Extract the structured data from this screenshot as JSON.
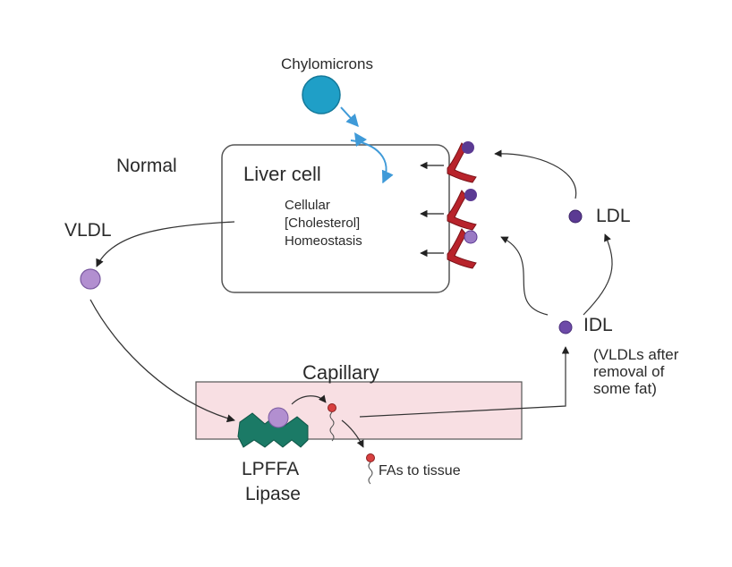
{
  "labels": {
    "chylomicrons": "Chylomicrons",
    "normal": "Normal",
    "liver_cell": "Liver cell",
    "homeostasis_line1": "Cellular",
    "homeostasis_line2": "[Cholesterol]",
    "homeostasis_line3": "Homeostasis",
    "vldl": "VLDL",
    "ldl": "LDL",
    "idl": "IDL",
    "idl_note": "(VLDLs after\nremoval of\nsome fat)",
    "capillary": "Capillary",
    "lipase_line1": "LPFFA",
    "lipase_line2": "Lipase",
    "fas_to_tissue": "FAs to tissue"
  },
  "colors": {
    "chylomicron": "#1f9fc7",
    "vldl": "#b28fd0",
    "ldl": "#5b3a93",
    "receptor": "#b8232b",
    "enzyme": "#1b7a66",
    "capillary_fill": "#f8dfe3",
    "arrow_blue": "#3f9ad8"
  },
  "icons": {
    "receptor": "receptor-icon",
    "enzyme": "lipase-enzyme-icon",
    "fatty_acid": "fatty-acid-icon"
  }
}
